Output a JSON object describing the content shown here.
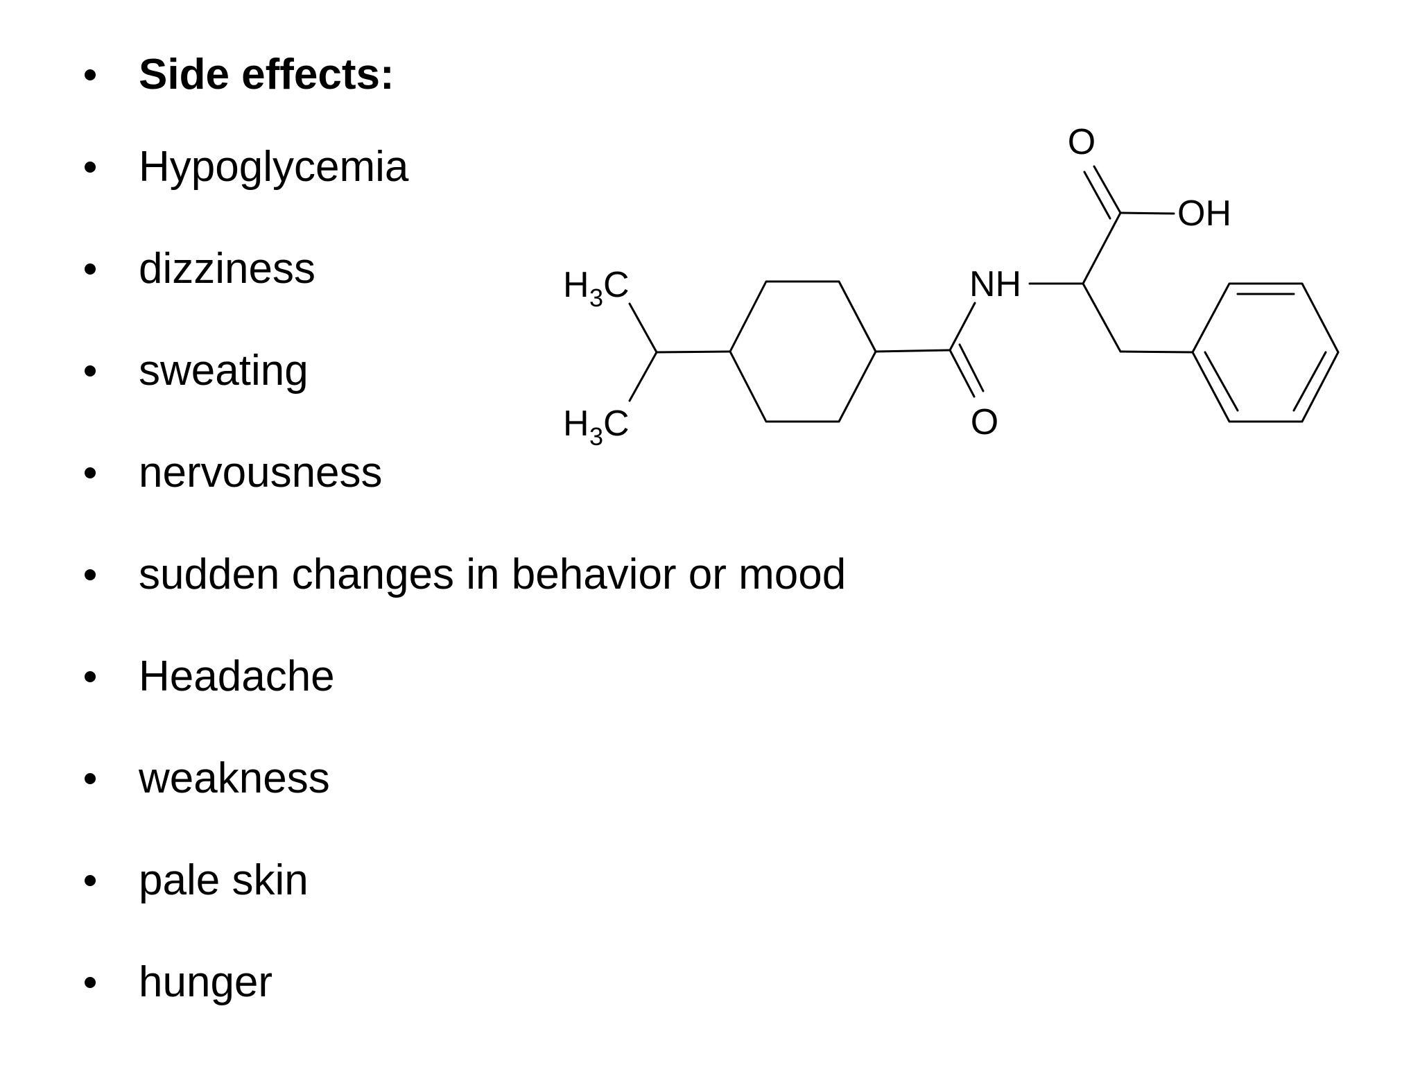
{
  "slide": {
    "bullets": [
      {
        "text": "Side effects:",
        "bold": true
      },
      {
        "text": "Hypoglycemia",
        "bold": false
      },
      {
        "text": "dizziness",
        "bold": false
      },
      {
        "text": "sweating",
        "bold": false
      },
      {
        "text": "nervousness",
        "bold": false
      },
      {
        "text": "sudden changes in behavior or mood",
        "bold": false
      },
      {
        "text": "Headache",
        "bold": false
      },
      {
        "text": "weakness",
        "bold": false
      },
      {
        "text": "pale skin",
        "bold": false
      },
      {
        "text": "hunger",
        "bold": false
      }
    ]
  },
  "structure": {
    "labels": {
      "oxygen_top": "O",
      "hydroxyl": "OH",
      "amine": "NH",
      "oxygen_bottom": "O",
      "methyl_upper_h": "H",
      "methyl_upper_sub": "3",
      "methyl_upper_c": "C",
      "methyl_lower_h": "H",
      "methyl_lower_sub": "3",
      "methyl_lower_c": "C"
    }
  }
}
